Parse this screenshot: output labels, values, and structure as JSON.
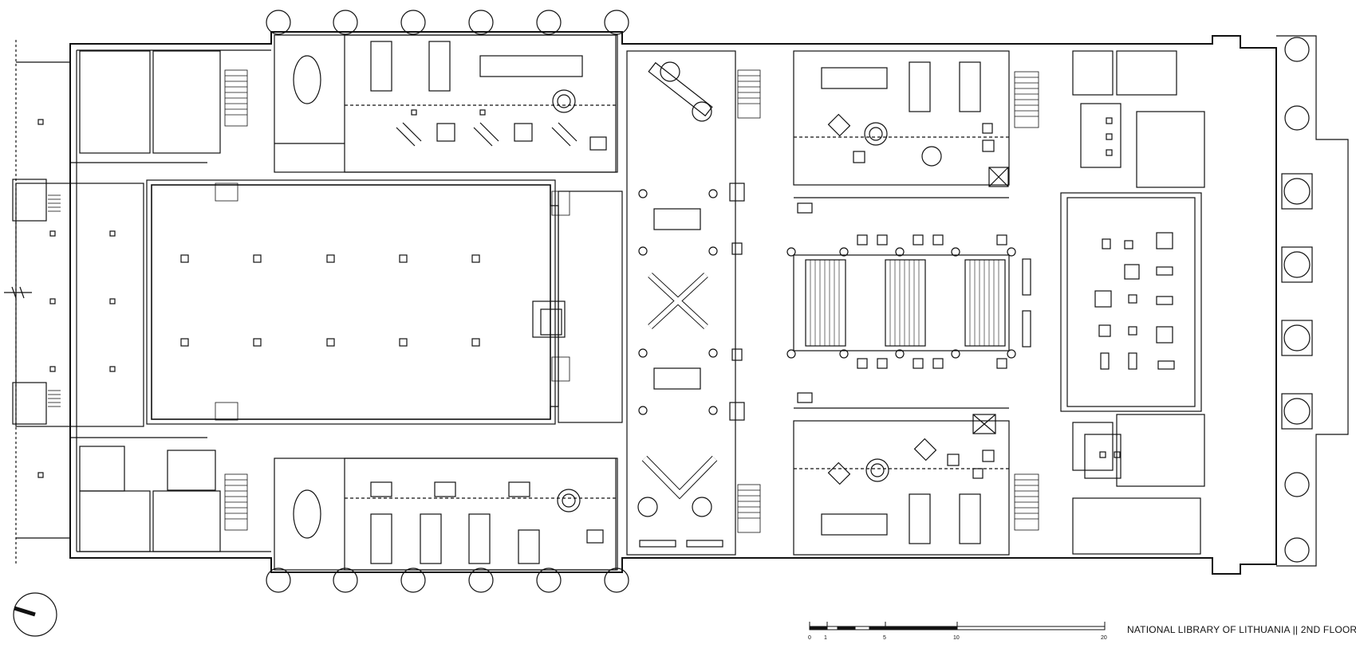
{
  "drawing": {
    "title": "NATIONAL LIBRARY OF LITHUANIA || 2ND FLOOR"
  },
  "scale_bar": {
    "ticks": [
      "0",
      "1",
      "5",
      "10",
      "20"
    ]
  },
  "north_arrow": {
    "icon": "north-arrow-icon"
  },
  "colors": {
    "line": "#111111",
    "background": "#ffffff"
  }
}
